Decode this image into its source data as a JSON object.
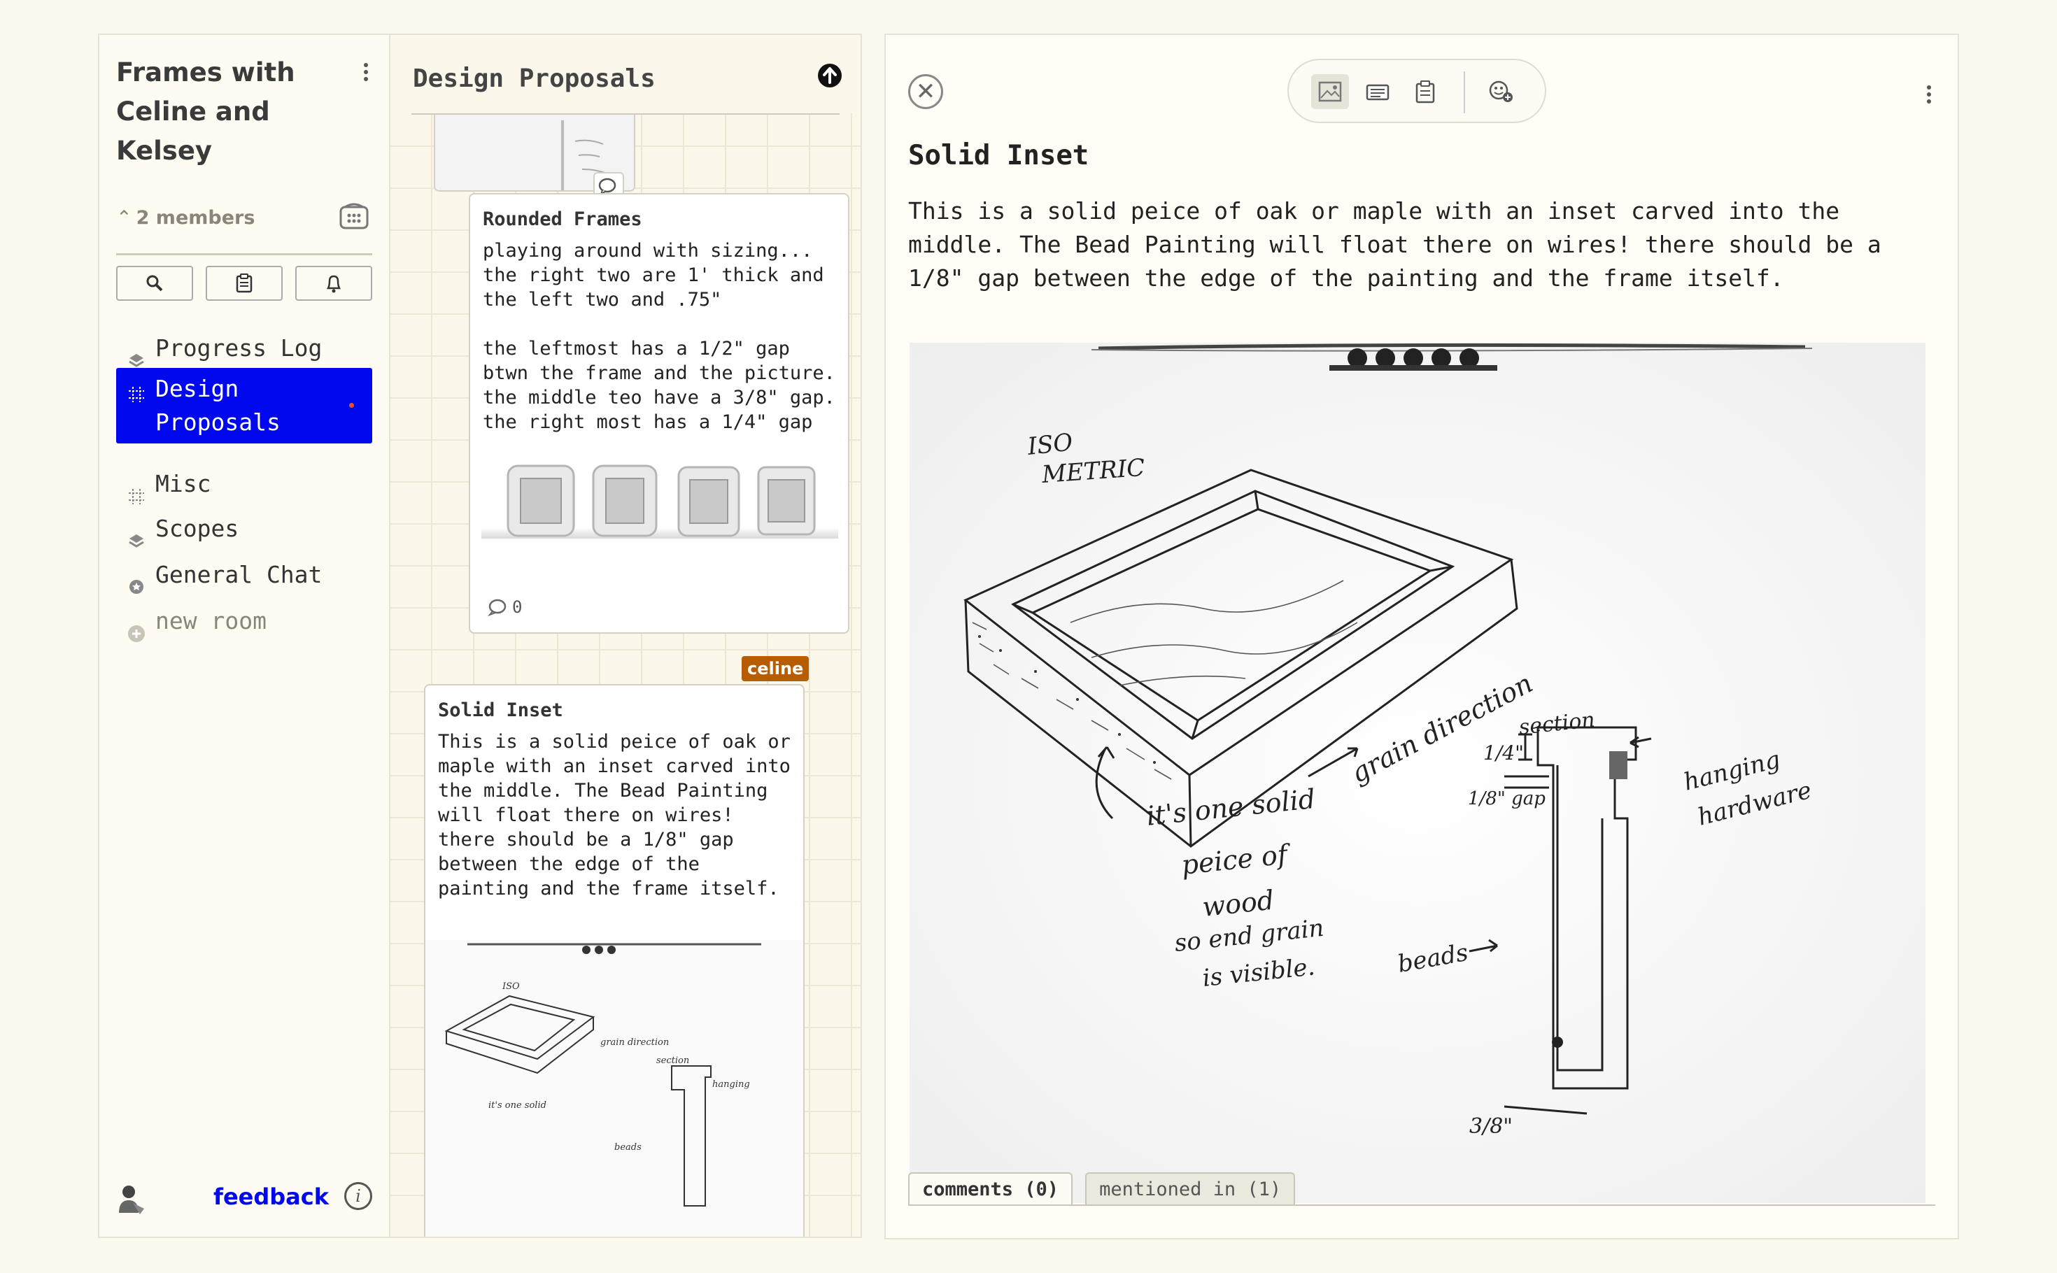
{
  "sidebar": {
    "title": "Frames with Celine and Kelsey",
    "members_label": "2 members",
    "rooms": [
      {
        "label": "Progress Log",
        "icon": "layers-icon"
      },
      {
        "label": "Design Proposals",
        "icon": "grid-icon",
        "active": true
      },
      {
        "label": "Misc",
        "icon": "grid-icon"
      },
      {
        "label": "Scopes",
        "icon": "layers-icon"
      },
      {
        "label": "General Chat",
        "icon": "chat-badge-icon"
      },
      {
        "label": "new room",
        "icon": "plus-circle-icon"
      }
    ],
    "feedback_label": "feedback",
    "info_label": "i"
  },
  "column": {
    "title": "Design Proposals",
    "cards": [
      {
        "title": "Rounded Frames",
        "body": "playing around with sizing... the right two are 1' thick and the left two and .75\"\n\nthe leftmost has a 1/2\" gap btwn the frame and the picture. the middle teo have a 3/8\" gap. the right most has a 1/4\" gap",
        "comment_count": "0"
      },
      {
        "author_tag": "celine",
        "title": "Solid Inset",
        "body": "This is a solid peice of oak or maple with an inset carved into the middle. The Bead Painting will float there on wires! there should be a 1/8\" gap between the edge of the painting and the frame itself."
      }
    ]
  },
  "detail": {
    "title": "Solid Inset",
    "description": "This is a solid peice of oak or maple with an inset carved into the middle. The Bead Painting will float there on wires! there should be a 1/8\" gap between the edge of the painting and the frame itself.",
    "close_label": "✕",
    "sketch_notes": {
      "iso": "ISO METRIC",
      "solid": "it's one solid peice of wood so end grain is visible.",
      "grain": "grain direction",
      "section": "section",
      "quarter": "1/4\"",
      "eighth_gap": "1/8\" gap",
      "hanging": "hanging hardware",
      "beads": "beads",
      "three_eighths": "3/8\""
    },
    "tabs": [
      {
        "label": "comments (0)",
        "active": true
      },
      {
        "label": "mentioned in (1)"
      }
    ]
  },
  "colors": {
    "accent": "#0008ee",
    "tag": "#b85c00",
    "background": "#fbf8ee"
  }
}
